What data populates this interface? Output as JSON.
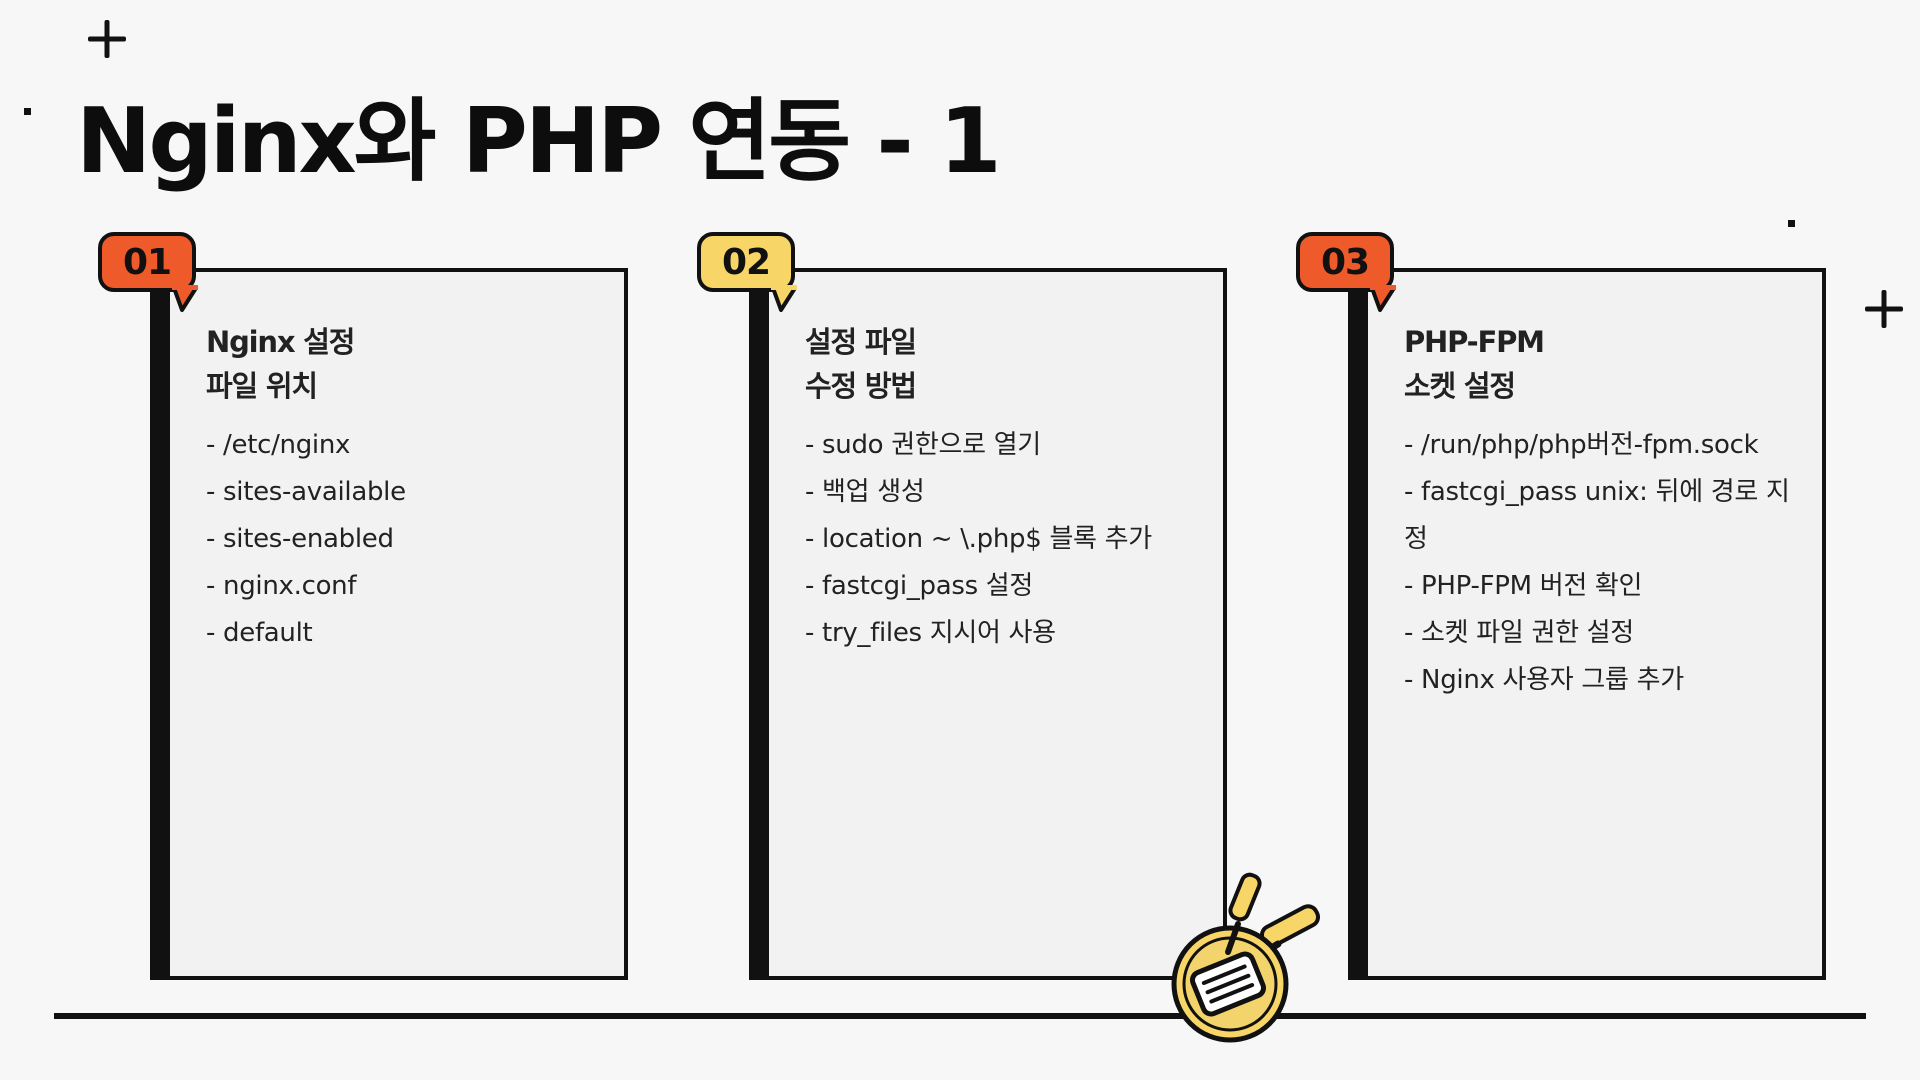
{
  "slide": {
    "title": "Nginx와 PHP 연동 - 1"
  },
  "colors": {
    "background": "#f7f7f7",
    "card": "#f2f2f2",
    "badge_orange": "#ef5a2a",
    "badge_yellow": "#f8d567",
    "ink": "#111111"
  },
  "cards": [
    {
      "badge": "01",
      "badge_color": "#ef5a2a",
      "heading_line1": "Nginx 설정",
      "heading_line2": "파일 위치",
      "items": [
        "- /etc/nginx",
        "- sites-available",
        "- sites-enabled",
        "- nginx.conf",
        "- default"
      ]
    },
    {
      "badge": "02",
      "badge_color": "#f8d567",
      "heading_line1": "설정 파일",
      "heading_line2": "수정 방법",
      "items": [
        "- sudo 권한으로 열기",
        "- 백업 생성",
        "- location ~ \\.php$ 블록 추가",
        "- fastcgi_pass 설정",
        "- try_files 지시어 사용"
      ]
    },
    {
      "badge": "03",
      "badge_color": "#ef5a2a",
      "heading_line1": "PHP-FPM",
      "heading_line2": "소켓 설정",
      "items": [
        "- /run/php/php버전-fpm.sock",
        "- fastcgi_pass unix: 뒤에 경로 지정",
        "- PHP-FPM 버전 확인",
        "- 소켓 파일 권한 설정",
        "- Nginx 사용자 그룹 추가"
      ]
    }
  ],
  "icons": {
    "decoration": "frying-pan-spatula-icon",
    "sparkles": "plus-icon"
  }
}
